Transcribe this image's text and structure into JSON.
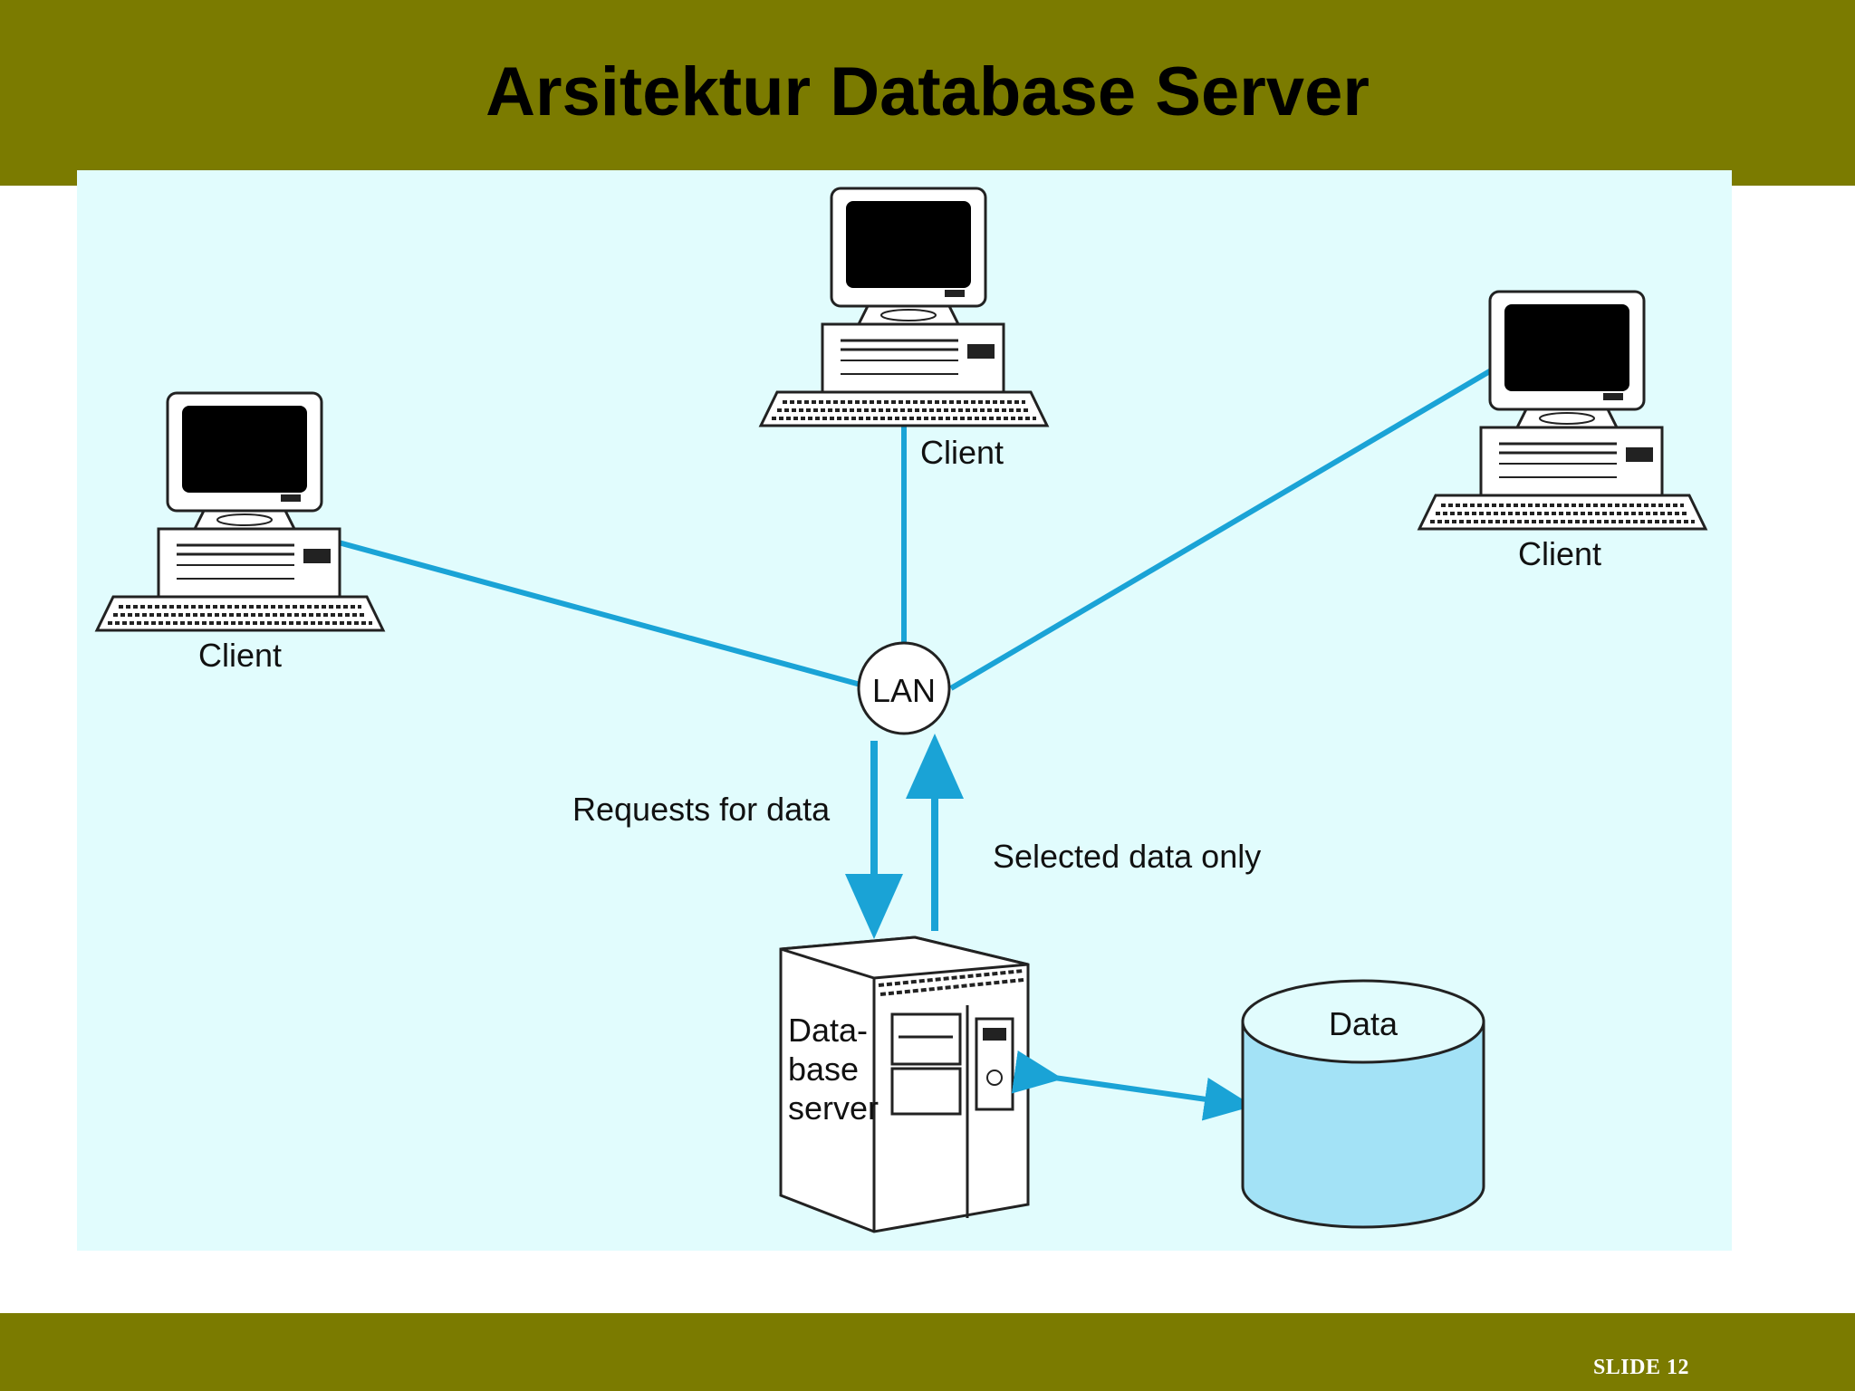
{
  "slide": {
    "title": "Arsitektur Database Server",
    "slide_number": "SLIDE 12"
  },
  "diagram": {
    "clients": [
      {
        "label": "Client"
      },
      {
        "label": "Client"
      },
      {
        "label": "Client"
      }
    ],
    "lan_label": "LAN",
    "request_label": "Requests for data",
    "response_label": "Selected data only",
    "server_label_lines": [
      "Data-",
      "base",
      "server"
    ],
    "storage_label": "Data"
  },
  "colors": {
    "band": "#7b7b00",
    "panel": "#e1fcfd",
    "connector": "#1aa3d6",
    "cylinder_fill": "#a3e2f6"
  }
}
